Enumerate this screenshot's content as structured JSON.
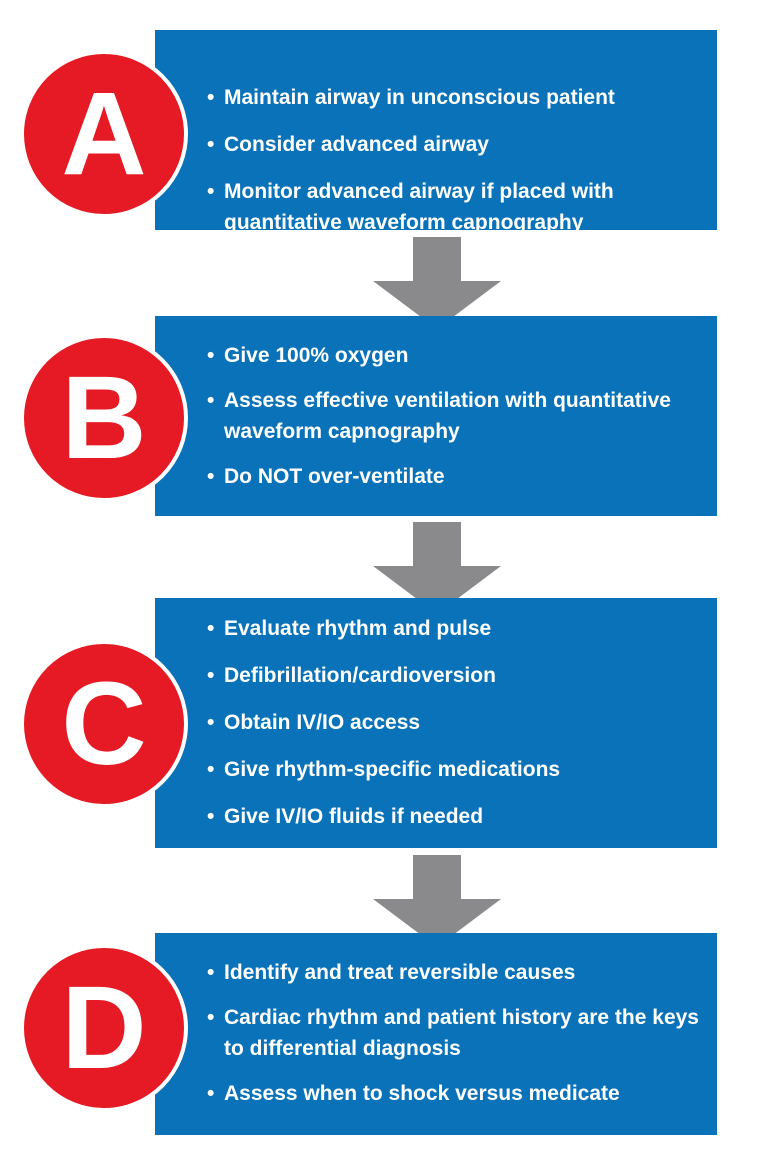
{
  "colors": {
    "box": "#0a72b8",
    "badge": "#e51a24",
    "arrow": "#8a8a8c",
    "text": "#ffffff"
  },
  "steps": [
    {
      "letter": "A",
      "items": [
        "Maintain airway in unconscious patient",
        "Consider advanced airway",
        "Monitor advanced airway if placed with quantitative waveform capnography"
      ]
    },
    {
      "letter": "B",
      "items": [
        "Give 100% oxygen",
        "Assess effective ventilation with quantitative waveform capnography",
        "Do NOT over-ventilate"
      ]
    },
    {
      "letter": "C",
      "items": [
        "Evaluate rhythm and pulse",
        "Defibrillation/cardioversion",
        "Obtain IV/IO access",
        "Give rhythm-specific medications",
        "Give IV/IO fluids if needed"
      ]
    },
    {
      "letter": "D",
      "items": [
        "Identify and treat reversible causes",
        "Cardiac rhythm and patient history are the keys to differential diagnosis",
        "Assess when to shock versus medicate"
      ]
    }
  ],
  "arrows": [
    {
      "icon": "down-arrow-icon"
    },
    {
      "icon": "down-arrow-icon"
    },
    {
      "icon": "down-arrow-icon"
    }
  ]
}
